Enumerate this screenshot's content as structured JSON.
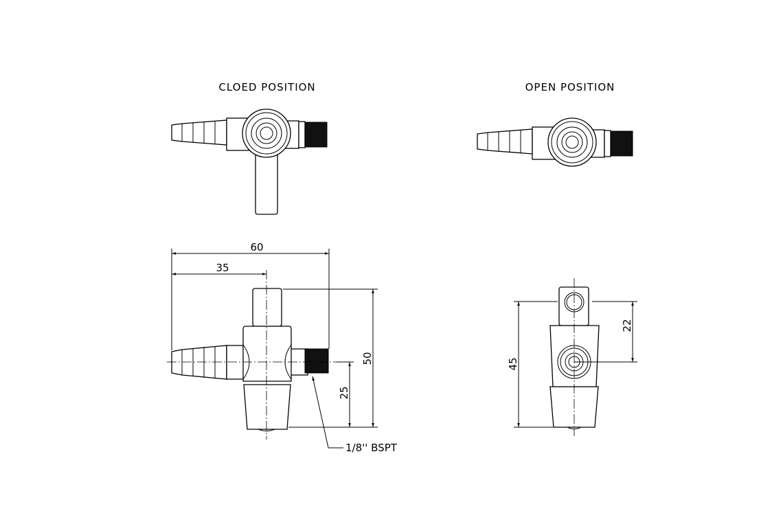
{
  "titles": {
    "closed": "CLOED POSITION",
    "open": "OPEN POSITION"
  },
  "dimensions": {
    "overall_length": "60",
    "center_offset": "35",
    "height": "50",
    "port_height": "25",
    "side_height": "45",
    "side_port_offset": "22"
  },
  "callout": {
    "thread": "1/8'' BSPT"
  }
}
